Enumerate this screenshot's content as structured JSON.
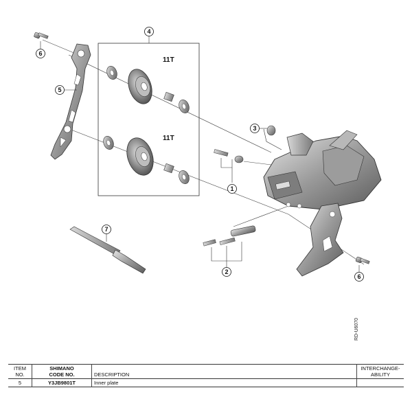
{
  "callouts": {
    "c1": "1",
    "c2": "2",
    "c3": "3",
    "c4": "4",
    "c5": "5",
    "c6a": "6",
    "c6b": "6",
    "c7": "7"
  },
  "pulley_labels": {
    "upper": "11T",
    "lower": "11T"
  },
  "ref_code": "RD-U6070",
  "table": {
    "headers": {
      "item": "ITEM NO.",
      "code_line1": "SHIMANO",
      "code_line2": "CODE NO.",
      "description": "DESCRIPTION",
      "interchange": "INTERCHANGE-ABILITY"
    },
    "rows": [
      {
        "item": "5",
        "code": "Y3JB9801T",
        "description": "Inner plate",
        "interchange": ""
      }
    ]
  }
}
